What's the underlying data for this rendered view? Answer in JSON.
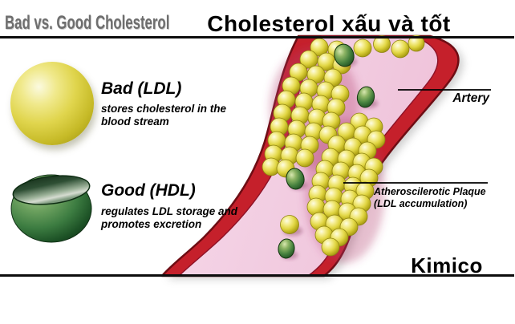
{
  "header": {
    "left_title": "Bad vs. Good Cholesterol",
    "main_title": "Cholesterol xấu và tốt"
  },
  "bad_ldl": {
    "heading": "Bad (LDL)",
    "desc_line1": "stores cholesterol in the",
    "desc_line2": "blood stream"
  },
  "good_hdl": {
    "heading": "Good (HDL)",
    "desc_line1": "regulates LDL storage and",
    "desc_line2": "promotes excretion"
  },
  "artery_labels": {
    "artery": "Artery",
    "plaque_line1": "Atheroscilerotic Plaque",
    "plaque_line2": "(LDL accumulation)"
  },
  "footer": {
    "brand": "Kimico"
  },
  "colors": {
    "artery_wall_red": "#c5202b",
    "artery_wall_edge": "#6e0d14",
    "lumen_pink": "#f2cbdd",
    "ldl_yellow": "#ddd23f",
    "hdl_green": "#47823f",
    "title_gray": "#6e6e6e",
    "text_black": "#000000"
  },
  "icons": {
    "ldl": "yellow-sphere-icon",
    "hdl": "green-bowl-icon",
    "plaque": "ldl-ball-cluster",
    "hdl_particle": "green-olive-icon"
  }
}
